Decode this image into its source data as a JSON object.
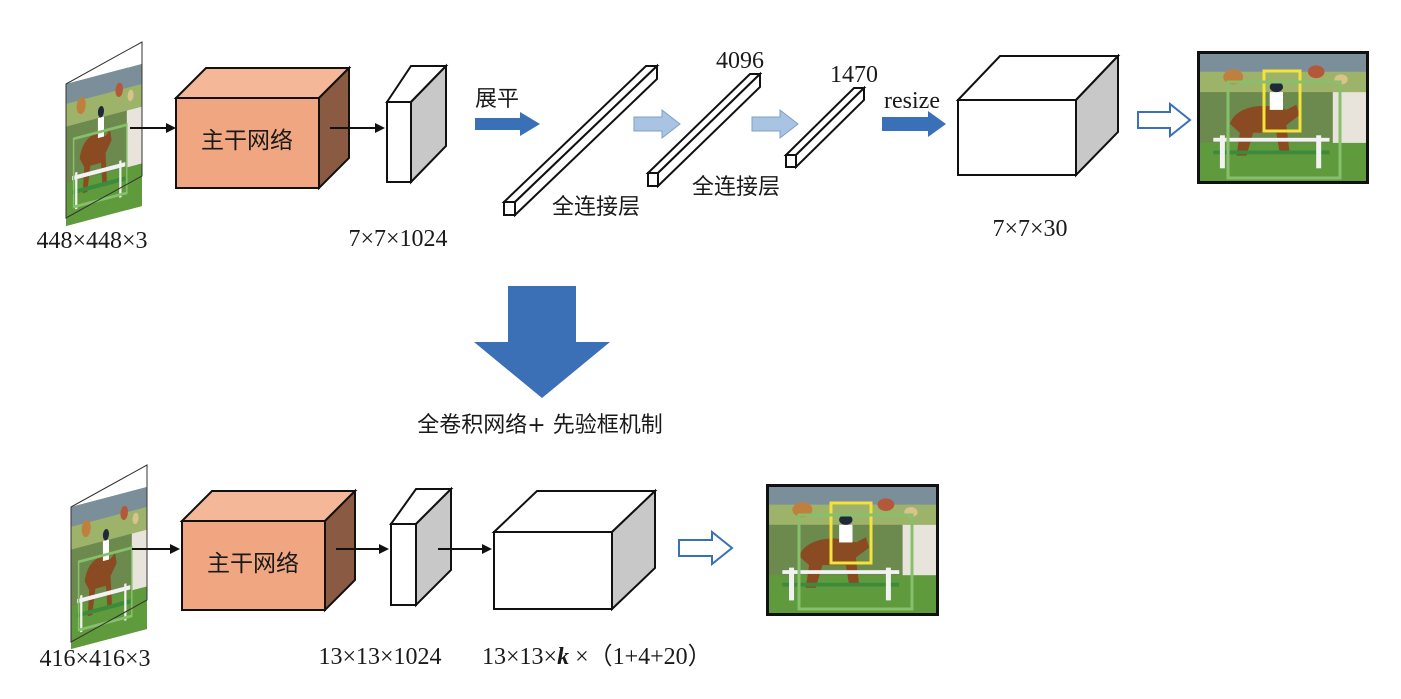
{
  "top": {
    "input_dims": "448×448×3",
    "backbone_label": "主干网络",
    "feature_dims": "7×7×1024",
    "flatten_label": "展平",
    "fc1_label": "全连接层",
    "fc1_size": "4096",
    "fc2_label": "全连接层",
    "fc2_size": "1470",
    "resize_label": "resize",
    "output_dims": "7×7×30"
  },
  "transition_label": "全卷积网络+ 先验框机制",
  "bottom": {
    "input_dims": "416×416×3",
    "backbone_label": "主干网络",
    "feature_dims": "13×13×1024",
    "output_dims_prefix": "13×13×",
    "output_dims_var": "k",
    "output_dims_suffix": " ×（1+4+20）"
  },
  "colors": {
    "backbone_front": "#f0a781",
    "backbone_top": "#f4b899",
    "backbone_side": "#8a5a42",
    "block_side": "#c8c8c8",
    "arrow_blue": "#3a70b8",
    "arrow_light": "#a9c4e2",
    "big_arrow": "#3b6fb6",
    "bbox_yellow": "#f5e23a",
    "bbox_green": "#86c06a"
  },
  "icons": {
    "input_image": "horse-jumper-photo",
    "result_image": "detection-result-photo"
  }
}
